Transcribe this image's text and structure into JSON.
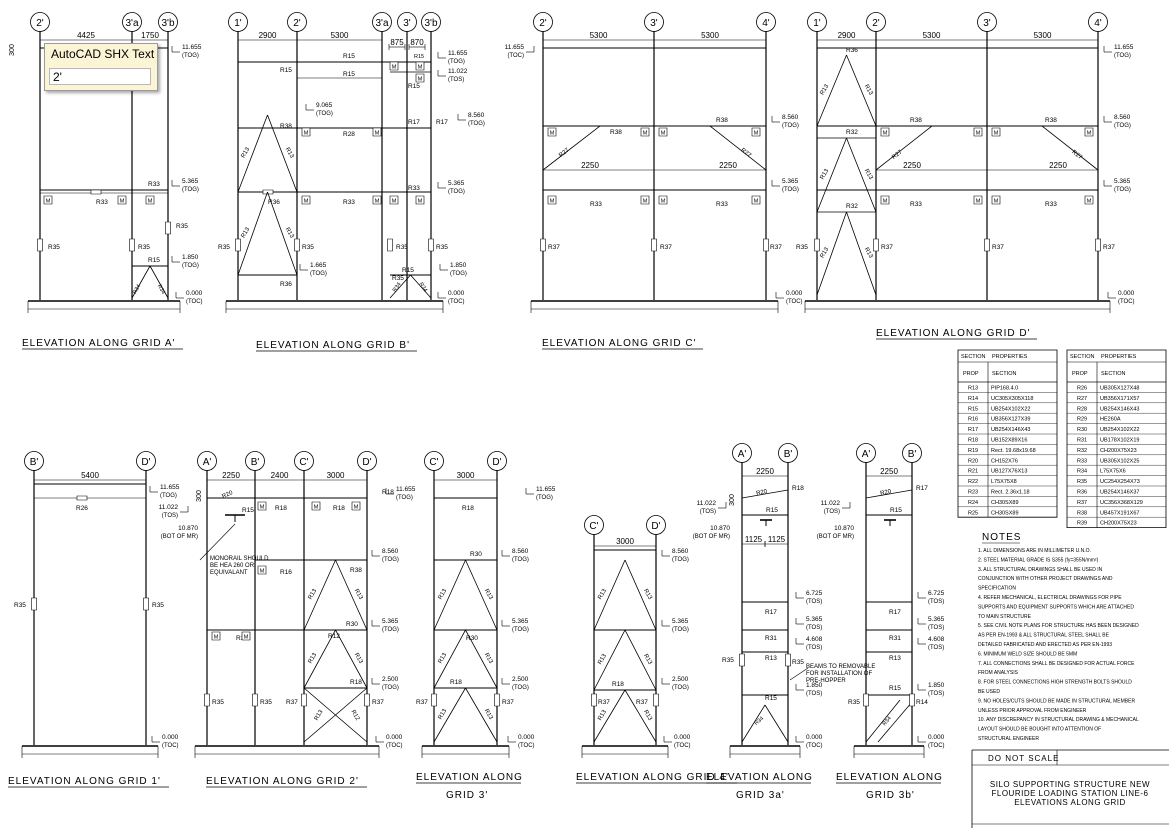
{
  "tooltip": {
    "title": "AutoCAD SHX Text",
    "value": "2'"
  },
  "elevations": {
    "a": "ELEVATION ALONG GRID A'",
    "b": "ELEVATION ALONG GRID B'",
    "c": "ELEVATION ALONG GRID C'",
    "d": "ELEVATION ALONG GRID D'",
    "e1": "ELEVATION ALONG GRID 1'",
    "e2": "ELEVATION ALONG GRID 2'",
    "e3": "ELEVATION ALONG GRID 3'",
    "e4": "ELEVATION ALONG GRID 4'",
    "e3a": "ELEVATION ALONG GRID 3a'",
    "e3b": "ELEVATION ALONG GRID 3b'"
  },
  "grid_bubbles": {
    "a": [
      "2'",
      "3'a",
      "3'b"
    ],
    "b": [
      "1'",
      "2'",
      "3'a",
      "3'",
      "3'b"
    ],
    "c": [
      "2'",
      "3'",
      "4'"
    ],
    "d": [
      "1'",
      "2'",
      "3'",
      "4'"
    ],
    "e1": [
      "B'",
      "D'"
    ],
    "e2": [
      "A'",
      "B'",
      "C'",
      "D'"
    ],
    "e3": [
      "C'",
      "D'"
    ],
    "e4": [
      "C'",
      "D'"
    ],
    "e3a": [
      "A'",
      "B'"
    ],
    "e3b": [
      "A'",
      "B'"
    ]
  },
  "dimensions": {
    "a": [
      "4425",
      "1750",
      "300"
    ],
    "b": [
      "2900",
      "5300",
      "875",
      "870"
    ],
    "c": [
      "5300",
      "5300"
    ],
    "d": [
      "2900",
      "5300",
      "5300"
    ],
    "e1": [
      "5400"
    ],
    "e2": [
      "2250",
      "2400",
      "3000",
      "300"
    ],
    "e3": [
      "3000"
    ],
    "e4": [
      "3000"
    ],
    "e3a": [
      "2250",
      "1125",
      "1125",
      "300"
    ],
    "e3b": [
      "2250"
    ],
    "brace_width": "2250"
  },
  "levels": {
    "v0": "0.000",
    "v1665": "1.665",
    "v1850": "1.850",
    "v2500": "2.500",
    "v4608": "4.608",
    "v5365": "5.365",
    "v6725": "6.725",
    "v8560": "8.560",
    "v9065": "9.065",
    "v10870": "10.870",
    "v11022": "11.022",
    "v11655": "11.655",
    "toc": "(TOC)",
    "tog": "(TOG)",
    "tos": "(TOS)",
    "bot_mr": "(BOT OF MR)"
  },
  "member_labels": [
    "R12",
    "R13",
    "R14",
    "R15",
    "R16",
    "R17",
    "R18",
    "R20",
    "R25",
    "R26",
    "R27",
    "R28",
    "R30",
    "R31",
    "R32",
    "R33",
    "R34",
    "R35",
    "R36",
    "R37",
    "R38",
    "M"
  ],
  "annotations": {
    "monorail": [
      "MONORAIL SHOULD",
      "BE HEA 260 OR",
      "EQUIVALANT"
    ],
    "beams": [
      "BEAMS TO REMOVABLE",
      "FOR INSTALLATION OF",
      "PRE-HOPPER"
    ]
  },
  "section_table_1": {
    "title": [
      "SECTION",
      "PROPERTIES"
    ],
    "headers": [
      "PROP",
      "SECTION"
    ],
    "rows": [
      [
        "R13",
        "PIP168.4.0"
      ],
      [
        "R14",
        "UC305X305X118"
      ],
      [
        "R15",
        "UB254X102X22"
      ],
      [
        "R16",
        "UB356X127X39"
      ],
      [
        "R17",
        "UB254X146X43"
      ],
      [
        "R18",
        "UB152X89X16"
      ],
      [
        "R19",
        "Rect. 19.68x19.68"
      ],
      [
        "R20",
        "CH152X76"
      ],
      [
        "R21",
        "UB127X76X13"
      ],
      [
        "R22",
        "L75X75X8"
      ],
      [
        "R23",
        "Rect. 2.36x1.18"
      ],
      [
        "R24",
        "CH30SX89"
      ],
      [
        "R25",
        "CH30SX89"
      ]
    ]
  },
  "section_table_2": {
    "title": [
      "SECTION",
      "PROPERTIES"
    ],
    "headers": [
      "PROP",
      "SECTION"
    ],
    "rows": [
      [
        "R26",
        "UB305X127X48"
      ],
      [
        "R27",
        "UB356X171X57"
      ],
      [
        "R28",
        "UB254X146X43"
      ],
      [
        "R29",
        "HE260A"
      ],
      [
        "R30",
        "UB254X102X22"
      ],
      [
        "R31",
        "UB178X102X19"
      ],
      [
        "R32",
        "CH200X75X23"
      ],
      [
        "R33",
        "UB305X102X25"
      ],
      [
        "R34",
        "L75X75X6"
      ],
      [
        "R35",
        "UC254X254X73"
      ],
      [
        "R36",
        "UB254X146X37"
      ],
      [
        "R37",
        "UC356X368X129"
      ],
      [
        "R38",
        "UB457X191X67"
      ],
      [
        "R39",
        "CH200X75X23"
      ]
    ]
  },
  "notes": {
    "title": "NOTES",
    "lines": [
      "1.  ALL DIMENSIONS ARE IN MILLIMETER U.N.O.",
      "2.  STEEL MATERIAL GRADE IS S355 (fy=355N/mm²)",
      "3.  ALL STRUCTURAL DRAWINGS SHALL BE USED IN",
      "     CONJUNCTION WITH OTHER PROJECT DRAWINGS AND",
      "     SPECIFICATION",
      "4.  REFER MECHANICAL, ELECTRICAL DRAWINGS FOR PIPE",
      "     SUPPORTS AND EQUIPMENT SUPPORTS WHICH ARE ATTACHED",
      "     TO MAIN STRUCTURE",
      "5.  SEE CIVIL NOTE PLANS FOR STRUCTURE HAS BEEN DESIGNED",
      "     AS PER EN-1993 & ALL STRUCTURAL STEEL SHALL BE",
      "     DETAILED FABRICATED AND ERECTED AS PER EN-1993",
      "6.  MINIMUM WELD SIZE SHOULD BE 5MM",
      "7.  ALL CONNECTIONS SHALL BE DESIGNED FOR ACTUAL FORCE",
      "     FROM ANALYSIS",
      "8.  FOR STEEL CONNECTIONS HIGH STRENGTH BOLTS SHOULD",
      "     BE USED",
      "9.  NO HOLES/CUTS SHOULD BE MADE IN STRUCTURAL MEMBER",
      "     UNLESS PRIOR APPROVAL FROM ENGINEER",
      "10. ANY DISCREPANCY IN STRUCTURAL DRAWING & MECHANICAL",
      "     LAYOUT SHOULD BE BOUGHT INTO ATTENTION OF",
      "     STRUCTURAL ENGINEER"
    ]
  },
  "title_block": {
    "do_not_scale": "DO NOT SCALE",
    "lines": [
      "SILO SUPPORTING STRUCTURE NEW",
      "FLOURIDE LOADING STATION LINE-6",
      "ELEVATIONS ALONG GRID"
    ]
  }
}
